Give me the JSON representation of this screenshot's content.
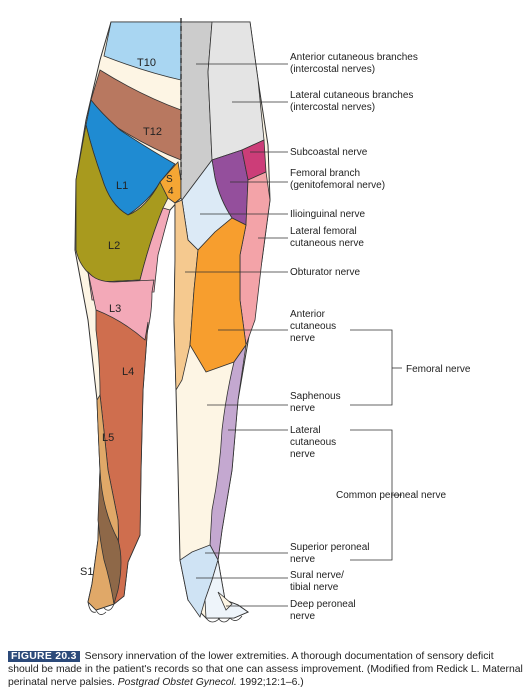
{
  "dermatomes": {
    "t10": "T10",
    "t12": "T12",
    "l1": "L1",
    "l2": "L2",
    "l3": "L3",
    "l4": "L4",
    "l5": "L5",
    "s1": "S1",
    "s3": "S",
    "s4": "4"
  },
  "nerves": {
    "anterior_cutaneous_intercostal": [
      "Anterior cutaneous branches",
      "(intercostal nerves)"
    ],
    "lateral_cutaneous_intercostal": [
      "Lateral cutaneous branches",
      "(intercostal nerves)"
    ],
    "subcostal": [
      "Subcoastal nerve"
    ],
    "femoral_branch": [
      "Femoral branch",
      "(genitofemoral nerve)"
    ],
    "ilioinguinal": [
      "Ilioinguinal nerve"
    ],
    "lateral_femoral_cutaneous": [
      "Lateral femoral",
      "cutaneous nerve"
    ],
    "obturator": [
      "Obturator nerve"
    ],
    "anterior_cutaneous": [
      "Anterior",
      "cutaneous",
      "nerve"
    ],
    "saphenous": [
      "Saphenous",
      "nerve"
    ],
    "lateral_cutaneous": [
      "Lateral",
      "cutaneous",
      "nerve"
    ],
    "superior_peroneal": [
      "Superior peroneal",
      "nerve"
    ],
    "sural_tibial": [
      "Sural nerve/",
      "tibial nerve"
    ],
    "deep_peroneal": [
      "Deep peroneal",
      "nerve"
    ]
  },
  "groups": {
    "femoral": "Femoral nerve",
    "common_peroneal": "Common peroneal nerve"
  },
  "caption": {
    "label": "FIGURE 20.3",
    "text": "Sensory innervation of the lower extremities. A thorough documentation of sensory deficit should be made in the patient's records so that one can assess improvement. (Modified from Redick L. Maternal perinatal nerve palsies.",
    "journal": "Postgrad Obstet Gynecol.",
    "citation": "1992;12:1–6.)"
  },
  "colors": {
    "t10": "#a9d6f2",
    "t12": "#b87860",
    "l1_blue": "#1f8bd2",
    "l1_olive": "#a89a1e",
    "l2": "#f3a9b8",
    "l3": "#cf6e4e",
    "l5": "#e0a868",
    "s1": "#8e6848",
    "sacral": "#f5a634",
    "cream": "#fdf5e4",
    "intercostal_ant": "#cccccc",
    "intercostal_lat": "#e4e4e4",
    "femoral_branch": "#944f9c",
    "subcostal": "#cc3d78",
    "ilioinguinal": "#dceaf6",
    "lateral_femoral": "#f3a3a8",
    "obturator": "#f5c98f",
    "femoral_anterior": "#f79e2e",
    "lateral_calf": "#c4a8d0",
    "sural": "#cfe3f4",
    "foot_light": "#eef4fa"
  }
}
